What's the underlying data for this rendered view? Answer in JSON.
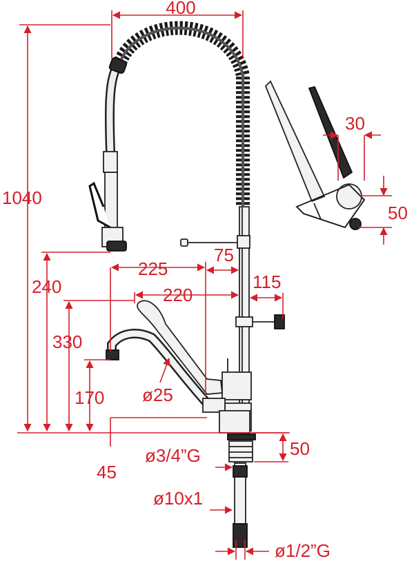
{
  "colors": {
    "dimension": "#d4202a",
    "outline": "#222222",
    "background": "#ffffff"
  },
  "dimensions": {
    "width_400": "400",
    "height_1040": "1040",
    "width_225": "225",
    "width_75": "75",
    "width_220": "220",
    "width_115": "115",
    "height_240": "240",
    "height_330": "330",
    "height_170": "170",
    "offset_45": "45",
    "spout_dia": "ø25",
    "detail_30": "30",
    "detail_50": "50",
    "base_50": "50",
    "thread_main": "ø3/4”G",
    "hose_dia": "ø10x1",
    "thread_inlet": "ø1/2”G"
  }
}
